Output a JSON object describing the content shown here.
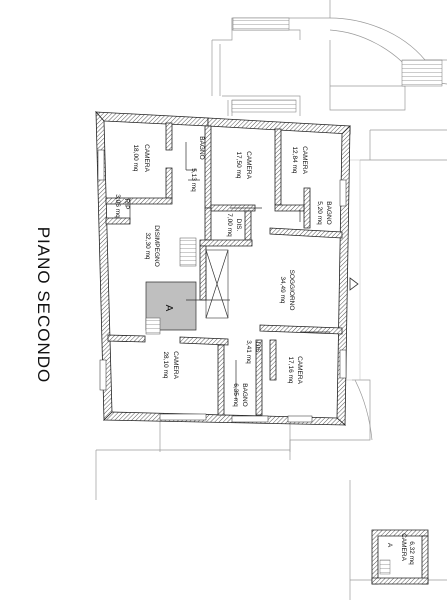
{
  "floor_title": "PIANO SECONDO",
  "stair_marker": "A",
  "annex_marker": "A",
  "rooms": [
    {
      "id": "camera-1",
      "name": "CAMERA",
      "area": "18,00 mq"
    },
    {
      "id": "bagno-1",
      "name": "BAGNO",
      "area": "5,13 mq"
    },
    {
      "id": "camera-2",
      "name": "CAMERA",
      "area": "17,50 mq"
    },
    {
      "id": "camera-3",
      "name": "CAMERA",
      "area": "12,84 mq"
    },
    {
      "id": "bagno-2",
      "name": "BAGNO",
      "area": "5,20 mq"
    },
    {
      "id": "rip",
      "name": "RIP",
      "area": "3,06 mq"
    },
    {
      "id": "disimpegno",
      "name": "DISIMPEGNO",
      "area": "32,30 mq"
    },
    {
      "id": "dis-1",
      "name": "DIS.",
      "area": "7,00 mq"
    },
    {
      "id": "soggiorno",
      "name": "SOGGIORNO",
      "area": "34,49 mq"
    },
    {
      "id": "dis-2",
      "name": "DIS.",
      "area": "3,41 mq"
    },
    {
      "id": "camera-4",
      "name": "CAMERA",
      "area": "28,10 mq"
    },
    {
      "id": "bagno-3",
      "name": "BAGNO",
      "area": "6,35 mq"
    },
    {
      "id": "camera-5",
      "name": "CAMERA",
      "area": "17,16 mq"
    },
    {
      "id": "camera-annex",
      "name": "CAMERA",
      "area": "6,32 mq"
    }
  ]
}
